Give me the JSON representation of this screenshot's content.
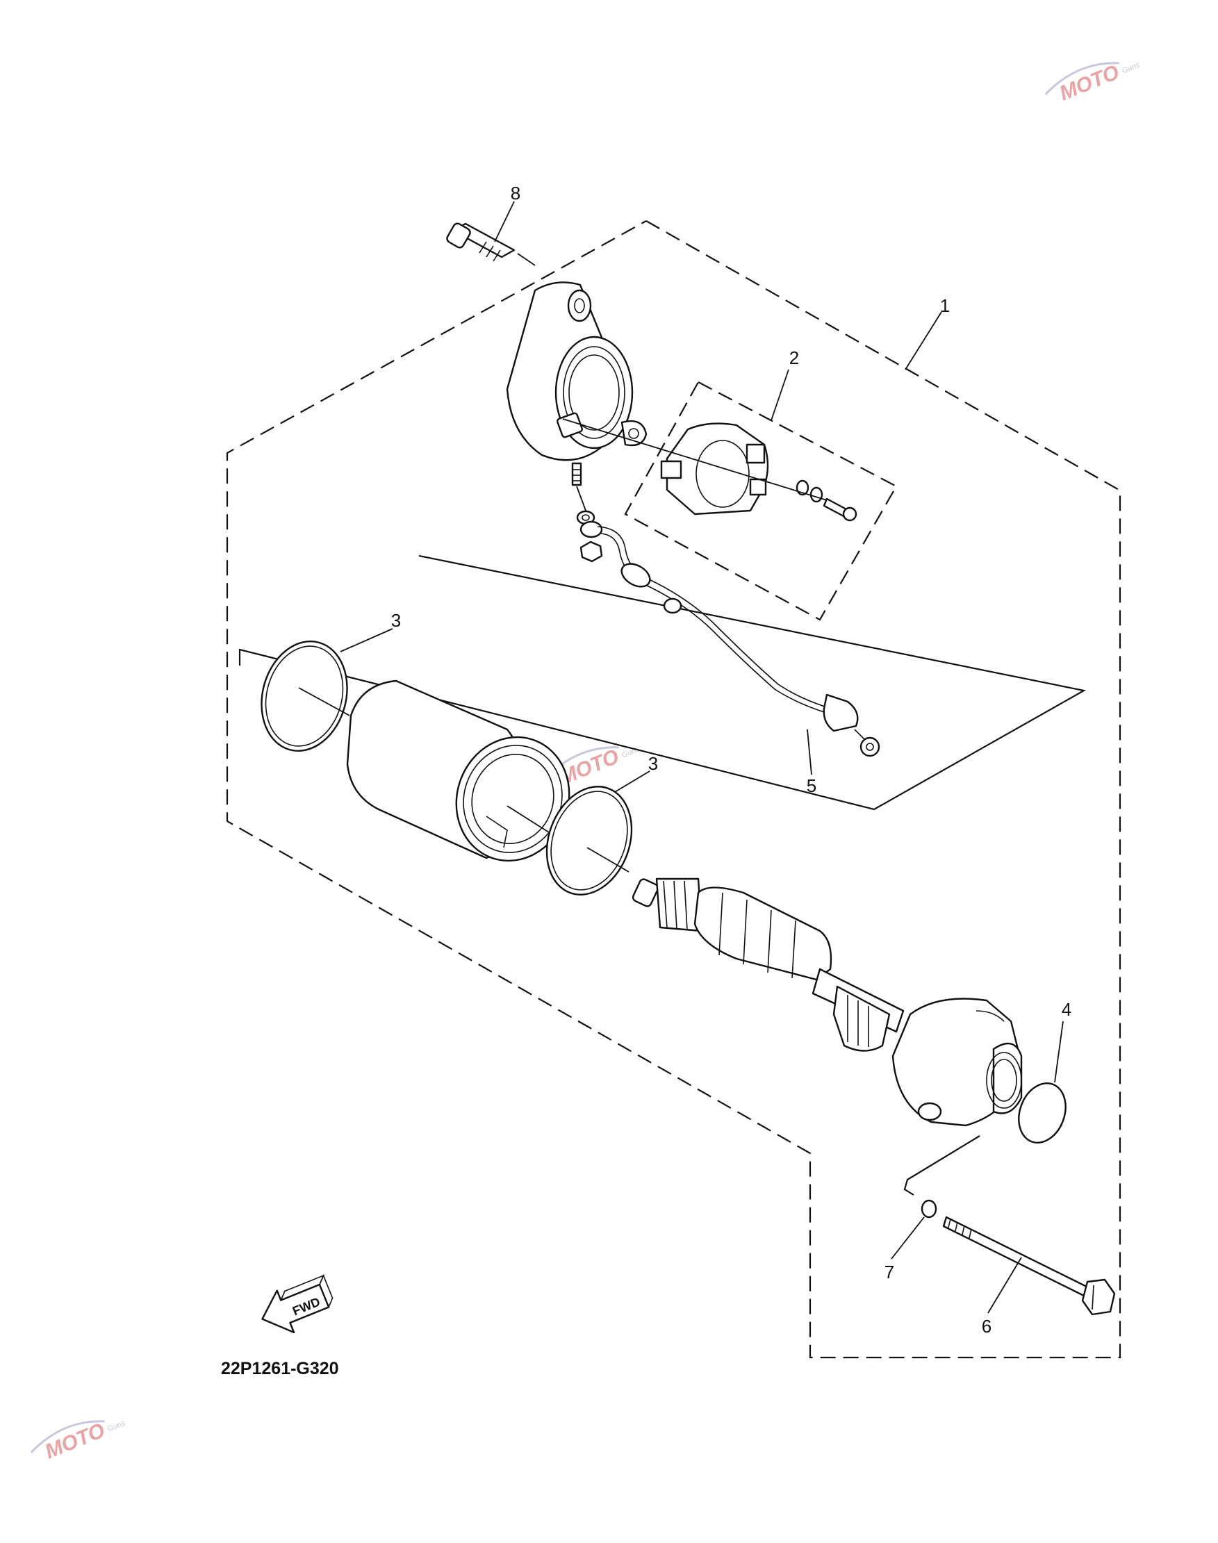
{
  "callouts": {
    "p1": "1",
    "p2": "2",
    "p3a": "3",
    "p3b": "3",
    "p4": "4",
    "p5": "5",
    "p6": "6",
    "p7": "7",
    "p8": "8"
  },
  "fwd_label": "FWD",
  "diagram_code": "22P1261-G320",
  "watermark": {
    "text": "MOTO",
    "subtext": "Guns",
    "color": "#e8a4a4"
  }
}
